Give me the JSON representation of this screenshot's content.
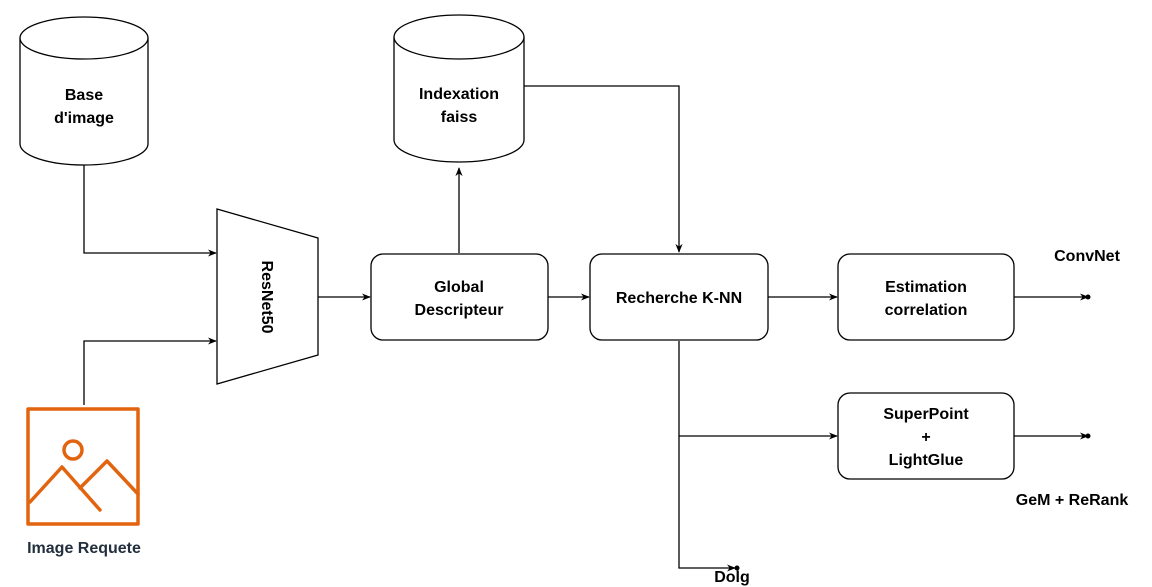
{
  "nodes": {
    "image_db": {
      "line1": "Base",
      "line2": "d'image"
    },
    "faiss_index": {
      "line1": "Indexation",
      "line2": "faiss"
    },
    "backbone": {
      "label": "ResNet50"
    },
    "global_descriptor": {
      "line1": "Global",
      "line2": "Descripteur"
    },
    "knn_search": {
      "label": "Recherche K-NN"
    },
    "correlation": {
      "line1": "Estimation",
      "line2": "correlation"
    },
    "superpoint": {
      "line1": "SuperPoint",
      "line2": "+",
      "line3": "LightGlue"
    },
    "query_image": {
      "label": "Image Requete",
      "icon": "image-icon"
    }
  },
  "outputs": {
    "convnet": "ConvNet",
    "gem_rerank": "GeM + ReRank",
    "dolg": "Dolg"
  },
  "colors": {
    "stroke": "#000000",
    "query_icon": "#e2640f",
    "query_caption": "#232f3e"
  }
}
